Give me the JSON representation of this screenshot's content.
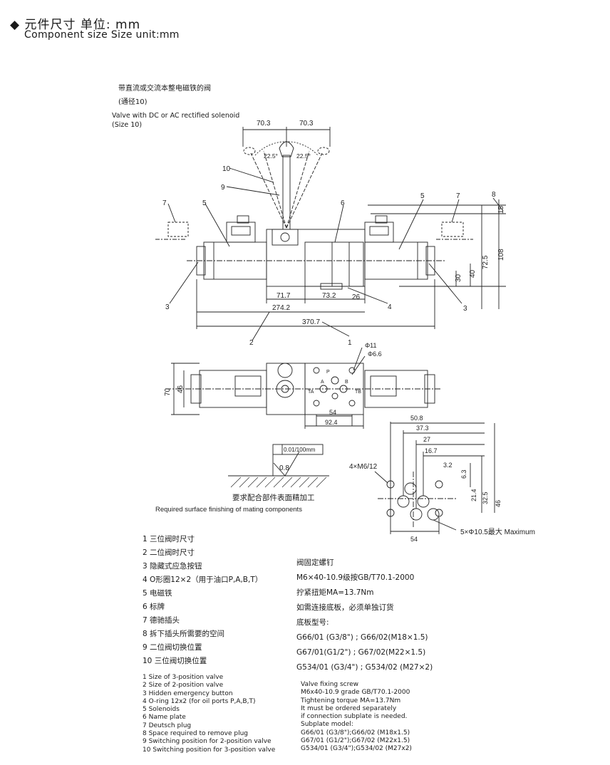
{
  "header": {
    "title_zh": "◆ 元件尺寸 单位: mm",
    "title_en": "Component size   Size unit:mm"
  },
  "caption": {
    "zh1": "带直流或交流本整电磁铁的阀",
    "zh2": "(通径10)",
    "en1": "Valve with DC or AC rectified solenoid",
    "en2": "(Size 10)"
  },
  "front": {
    "d1": "70.3",
    "d2": "70.3",
    "ang1": "22.5°",
    "ang2": "22.5°",
    "d717": "71.7",
    "d732": "73.2",
    "d26": "26",
    "d2742": "274.2",
    "d3707": "370.7",
    "d15": "15",
    "d108": "108",
    "d725": "72.5",
    "d40": "40",
    "d30": "30",
    "c10": "10",
    "c9": "9",
    "c7a": "7",
    "c5a": "5",
    "c6": "6",
    "c5b": "5",
    "c7b": "7",
    "c8": "8",
    "c3a": "3",
    "c4": "4",
    "c3b": "3",
    "c2": "2",
    "c1": "1"
  },
  "top": {
    "d70": "70",
    "d46": "46",
    "phi11": "Φ11",
    "phi66": "Φ6.6",
    "d54": "54",
    "d924": "92.4",
    "p": "P",
    "a": "A",
    "b": "B",
    "ta": "TA",
    "tb": "TB"
  },
  "surface": {
    "tol": "0.01/100mm",
    "rough": "0.8",
    "zh": "要求配合部件表面精加工",
    "en": "Required surface finishing of mating components"
  },
  "subplate": {
    "d508": "50.8",
    "d373": "37.3",
    "d27": "27",
    "d167": "16.7",
    "d32": "3.2",
    "d63": "6.3",
    "d214": "21.4",
    "d325": "32.5",
    "d46": "46",
    "d54": "54",
    "screws": "4×M6/12",
    "holes": "5×Φ10.5最大 Maximum"
  },
  "legend_zh": [
    "1  三位阀时尺寸",
    "2  二位阀时尺寸",
    "3  隐藏式应急按钮",
    "4  O形圈12×2（用于油口P,A,B,T）",
    "5  电磁铁",
    "6  标牌",
    "7  德驰插头",
    "8  拆下插头所需要的空间",
    "9  二位阀切换位置",
    "10 三位阀切换位置"
  ],
  "right_zh": [
    "阀固定螺钉",
    "M6×40-10.9级按GB/T70.1-2000",
    "拧紧扭矩MA=13.7Nm",
    "如需连接底板，必须单独订货",
    "底板型号:",
    "G66/01 (G3/8\") ; G66/02(M18×1.5)",
    "G67/01(G1/2\") ; G67/02(M22×1.5)",
    "G534/01 (G3/4\") ; G534/02 (M27×2)"
  ],
  "legend_en": [
    "1 Size of 3-position valve",
    "2 Size of 2-position valve",
    "3 Hidden emergency button",
    "4 O-ring 12x2 (for oil ports P,A,B,T)",
    "5 Solenoids",
    "6 Name plate",
    "7 Deutsch plug",
    "8 Space required to remove plug",
    "9 Switching position for 2-position valve",
    "10 Switching position for 3-position valve"
  ],
  "right_en": [
    "Valve fixing screw",
    "M6x40-10.9 grade GB/T70.1-2000",
    "Tightening torque MA=13.7Nm",
    "It must be ordered separately",
    "if connection subplate is needed.",
    "Subplate model:",
    "G66/01 (G3/8\");G66/02 (M18x1.5)",
    "G67/01 (G1/2\");G67/02 (M22x1.5)",
    "G534/01 (G3/4\");G534/02 (M27x2)"
  ]
}
